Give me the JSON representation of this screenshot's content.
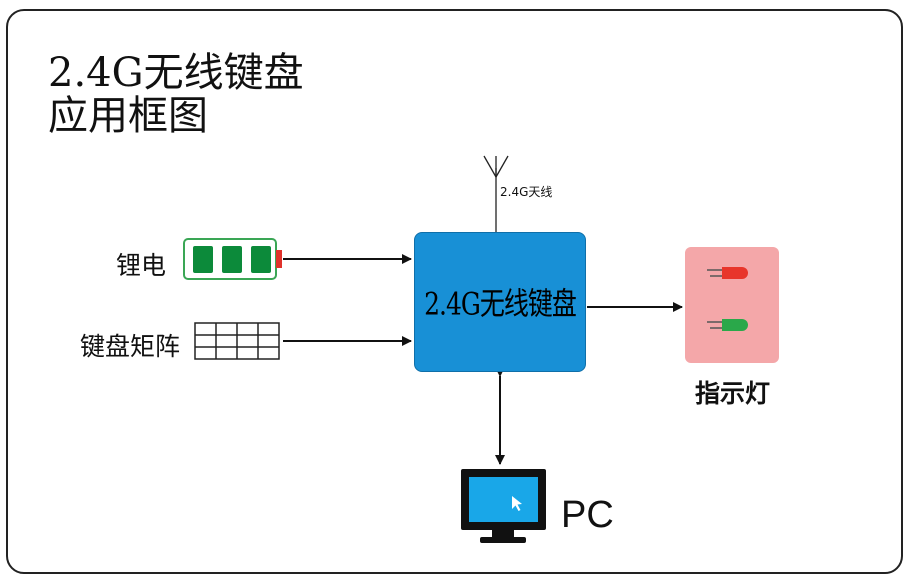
{
  "title": {
    "line1": "2.4G无线键盘",
    "line2": "应用框图"
  },
  "antenna_label": "2.4G天线",
  "chip_label": "2.4G无线键盘",
  "battery_label": "锂电",
  "keyboard_matrix_label": "键盘矩阵",
  "indicator_label": "指示灯",
  "pc_label": "PC",
  "colors": {
    "chip": "#1890d6",
    "battery_cell": "#0c8a3a",
    "battery_terminal": "#e0322b",
    "indicator_bg": "#f4a7a9",
    "led_red": "#e8352b",
    "led_green": "#2aa84a",
    "monitor_screen": "#19a7e8"
  }
}
